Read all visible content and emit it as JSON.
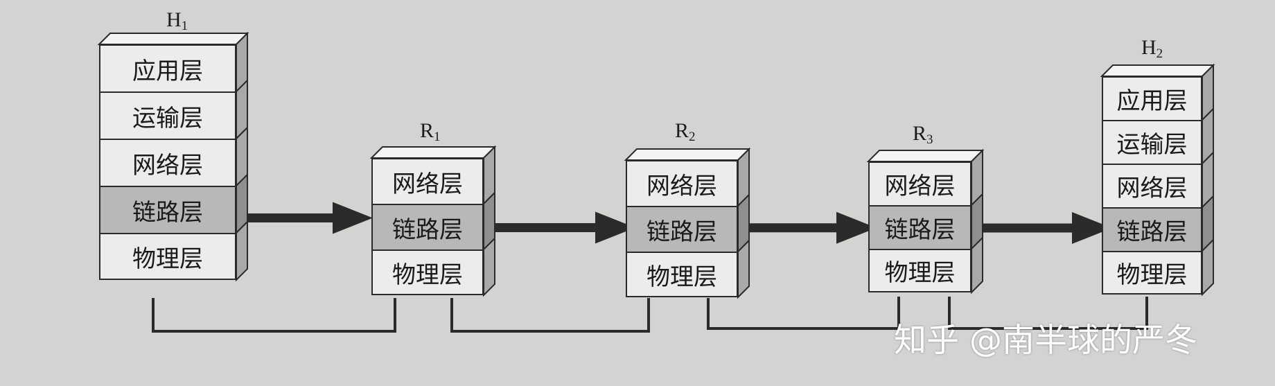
{
  "nodes": [
    {
      "id": "h1",
      "name": "H",
      "sub": "1",
      "layers": [
        "应用层",
        "运输层",
        "网络层",
        "链路层",
        "物理层"
      ]
    },
    {
      "id": "r1",
      "name": "R",
      "sub": "1",
      "layers": [
        "网络层",
        "链路层",
        "物理层"
      ]
    },
    {
      "id": "r2",
      "name": "R",
      "sub": "2",
      "layers": [
        "网络层",
        "链路层",
        "物理层"
      ]
    },
    {
      "id": "r3",
      "name": "R",
      "sub": "3",
      "layers": [
        "网络层",
        "链路层",
        "物理层"
      ]
    },
    {
      "id": "h2",
      "name": "H",
      "sub": "2",
      "layers": [
        "应用层",
        "运输层",
        "网络层",
        "链路层",
        "物理层"
      ]
    }
  ],
  "highlighted_layer": "链路层",
  "watermark": "知乎 @南半球的严冬",
  "colors": {
    "background": "#d3d4d2",
    "box_fill": "#ececea",
    "link_layer_fill": "#b8b8b6",
    "line": "#2a2a2a"
  }
}
